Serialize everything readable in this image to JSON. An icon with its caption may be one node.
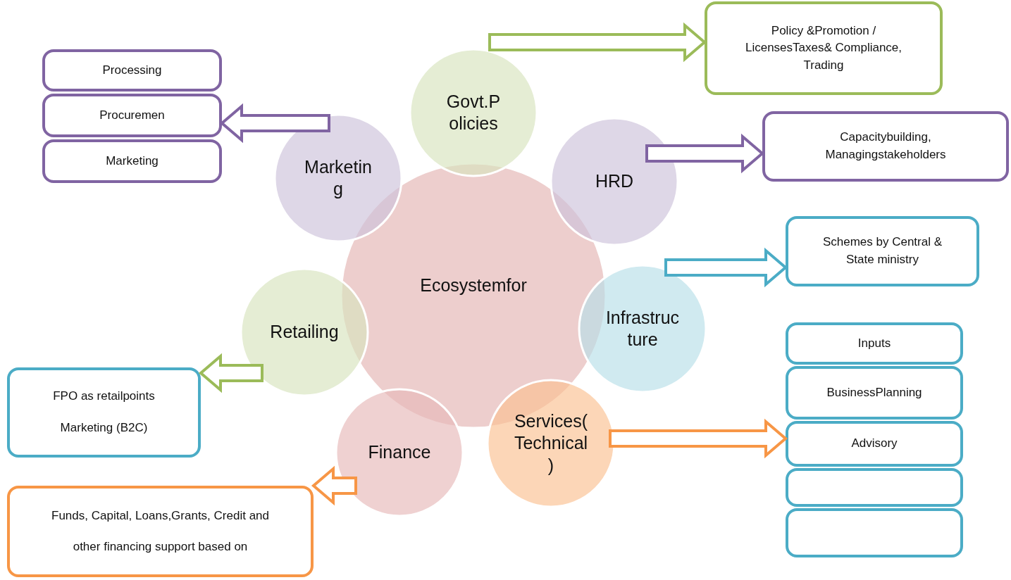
{
  "diagram": {
    "nodes": [
      {
        "text": [
          "Ecosystemfor"
        ]
      },
      {
        "text": [
          "Govt.P olicies"
        ]
      },
      {
        "text": [
          "HRD"
        ]
      },
      {
        "text": [
          "Infrastruc ture"
        ]
      },
      {
        "text": [
          "Services( Technical )"
        ]
      },
      {
        "text": [
          "Finance"
        ]
      },
      {
        "text": [
          "Retailing"
        ]
      },
      {
        "text": [
          "Marketin g"
        ]
      },
      {
        "text": [
          "Processing"
        ]
      },
      {
        "text": [
          "Procuremen"
        ]
      },
      {
        "text": [
          "Marketing"
        ]
      },
      {
        "text": [
          "Policy &Promotion / LicensesTaxes& Compliance, Trading"
        ]
      },
      {
        "text": [
          "Capacitybuilding, Managingstakeholders"
        ]
      },
      {
        "text": [
          "Schemes by Central & State ministry"
        ]
      },
      {
        "text": [
          "Inputs"
        ]
      },
      {
        "text": [
          "BusinessPlanning"
        ]
      },
      {
        "text": [
          "Advisory"
        ]
      },
      {
        "text": [],
        "shape": "box"
      },
      {
        "text": [],
        "shape": "box"
      },
      {
        "text": [
          "FPO as retailpoints",
          "Marketing (B2C)"
        ]
      },
      {
        "text": [
          "Funds, Capital, Loans,Grants, Credit and other financing support based on"
        ]
      }
    ],
    "edges": [
      {
        "from": 7,
        "to": 9,
        "arrow": "to",
        "color": "#8064a2"
      },
      {
        "from": 1,
        "to": 11,
        "arrow": "to",
        "color": "#9bbb59"
      },
      {
        "from": 2,
        "to": 12,
        "arrow": "to",
        "color": "#8064a2"
      },
      {
        "from": 3,
        "to": 13,
        "arrow": "to",
        "color": "#4bacc6"
      },
      {
        "from": 4,
        "to": 16,
        "arrow": "to",
        "color": "#f79646"
      },
      {
        "from": 6,
        "to": 19,
        "arrow": "to",
        "color": "#9bbb59"
      },
      {
        "from": 5,
        "to": 20,
        "arrow": "to",
        "color": "#f79646"
      }
    ]
  }
}
